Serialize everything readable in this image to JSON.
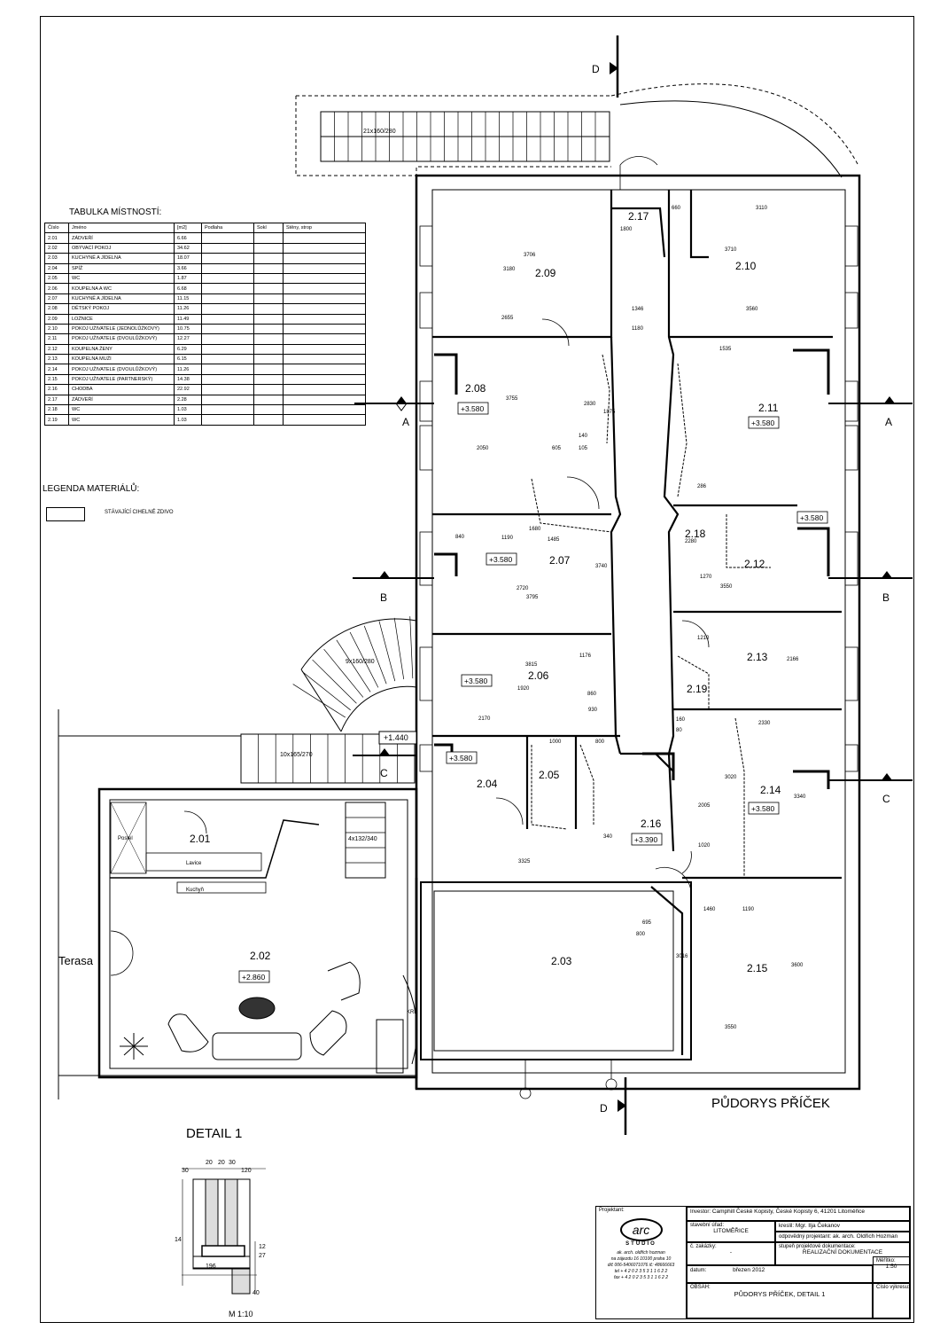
{
  "section_marks": {
    "a": "A",
    "b": "B",
    "c": "C",
    "d": "D"
  },
  "stairs": {
    "top": "21x160/280",
    "curved": "9x160/280",
    "left": "10x165/270",
    "inner": "4x132/340"
  },
  "rooms": [
    {
      "id": "2.01"
    },
    {
      "id": "2.02",
      "level": "+2.860"
    },
    {
      "id": "2.03"
    },
    {
      "id": "2.04",
      "level": "+3.580"
    },
    {
      "id": "2.05"
    },
    {
      "id": "2.06",
      "level": "+3.580"
    },
    {
      "id": "2.07",
      "level": "+3.580"
    },
    {
      "id": "2.08",
      "level": "+3.580"
    },
    {
      "id": "2.09"
    },
    {
      "id": "2.10"
    },
    {
      "id": "2.11",
      "level": "+3.580"
    },
    {
      "id": "2.12",
      "level": "+3.580"
    },
    {
      "id": "2.13"
    },
    {
      "id": "2.14",
      "level": "+3.580"
    },
    {
      "id": "2.15"
    },
    {
      "id": "2.16",
      "level": "+3.390"
    },
    {
      "id": "2.17"
    },
    {
      "id": "2.18"
    },
    {
      "id": "2.19"
    }
  ],
  "terrace_level": "+1.440",
  "dims": [
    "3706",
    "3180",
    "2655",
    "1346",
    "1180",
    "3710",
    "3560",
    "3110",
    "660",
    "1800",
    "3755",
    "2830",
    "1875",
    "2050",
    "1190",
    "1485",
    "3740",
    "2720",
    "3795",
    "840",
    "3550",
    "1210",
    "2166",
    "3815",
    "1176",
    "1920",
    "860",
    "930",
    "1000",
    "800",
    "3325",
    "340",
    "1460",
    "1190",
    "3550",
    "3016",
    "3600",
    "2330",
    "3020",
    "3340",
    "2005",
    "695",
    "800",
    "1020",
    "1270",
    "160",
    "80",
    "605",
    "140",
    "105",
    "286",
    "2280",
    "1535",
    "2170",
    "1680"
  ],
  "furniture": {
    "bed": "Postel",
    "wardrobe": "Lavice",
    "kitchen": "Kuchyň",
    "krb": "KRB"
  },
  "terasa": "Terasa",
  "table": {
    "title": "TABULKA MÍSTNOSTÍ:",
    "headers": [
      "Číslo",
      "Jméno",
      "[m2]",
      "Podlaha",
      "Sokl",
      "Stěny, strop"
    ],
    "rows": [
      [
        "2.01",
        "ZÁDVEŘÍ",
        "6.66"
      ],
      [
        "2.02",
        "OBÝVACÍ POKOJ",
        "34.62"
      ],
      [
        "2.03",
        "KUCHYNĚ A JÍDELNA",
        "18.07"
      ],
      [
        "2.04",
        "SPÍŽ",
        "3.66"
      ],
      [
        "2.05",
        "WC",
        "1.87"
      ],
      [
        "2.06",
        "KOUPELNA A WC",
        "6.68"
      ],
      [
        "2.07",
        "KUCHYNĚ A JÍDELNA",
        "11.15"
      ],
      [
        "2.08",
        "DĚTSKÝ POKOJ",
        "11.26"
      ],
      [
        "2.09",
        "LOŽNICE",
        "11.49"
      ],
      [
        "2.10",
        "POKOJ UŽIVATELE (JEDNOLŮŽKOVÝ)",
        "10.75"
      ],
      [
        "2.11",
        "POKOJ UŽIVATELE (DVOULŮŽKOVÝ)",
        "12.27"
      ],
      [
        "2.12",
        "KOUPELNA ŽENY",
        "6.29"
      ],
      [
        "2.13",
        "KOUPELNA MUŽI",
        "6.15"
      ],
      [
        "2.14",
        "POKOJ UŽIVATELE (DVOULŮŽKOVÝ)",
        "11.26"
      ],
      [
        "2.15",
        "POKOJ UŽIVATELE (PARTNERSKÝ)",
        "14.38"
      ],
      [
        "2.16",
        "CHODBA",
        "22.92"
      ],
      [
        "2.17",
        "ZÁDVEŘÍ",
        "2.28"
      ],
      [
        "2.18",
        "WC",
        "1.03"
      ],
      [
        "2.19",
        "WC",
        "1.03"
      ]
    ]
  },
  "legend": {
    "title": "LEGENDA MATERIÁLŮ:",
    "item": "STÁVAJÍCÍ CIHELNÉ ZDIVO"
  },
  "plan_title": "PŮDORYS PŘÍČEK",
  "detail": {
    "title": "DETAIL 1",
    "scale": "M 1:10",
    "dims": [
      "30",
      "20",
      "20",
      "30",
      "120",
      "14",
      "12",
      "27",
      "196",
      "40"
    ]
  },
  "title_block": {
    "projektant_label": "Projektant:",
    "logo": "arc",
    "logo_sub": "STUDIO",
    "firm": [
      "ak. arch. oldřich hozman",
      "na zájezdu 16 10100 praha 10",
      "dič 006-5406071076 ič: 48666663",
      "tel + 4 2 0   2 3 5 3 1 1 6 2 2",
      "fax + 4 2 0   2 3 5 3 1 1 6 2 2"
    ],
    "investor_label": "Investor:",
    "investor": "Camphill České Kopisty, České Kopisty 6, 41201 Litoměřice",
    "stavebni_urad_label": "stavební úřad:",
    "stavebni_urad": "LITOMĚŘICE",
    "kreslil_label": "kreslil:",
    "kreslil": "Mgr. Ilja Čekanov",
    "odpovedny_label": "odpovědný projektant:",
    "odpovedny": "ak. arch. Oldřich Hozman",
    "zakazka_label": "č. zakázky:",
    "zakazka": "-",
    "stupen_label": "stupeň projektové dokumentace:",
    "stupen": "REALIZAČNÍ DOKUMENTACE",
    "datum_label": "datum:",
    "datum": "březen 2012",
    "meritko_label": "Měřítko:",
    "meritko": "1:50",
    "obsah_label": "OBSAH:",
    "obsah": "PŮDORYS PŘÍČEK, DETAIL 1",
    "cislo_label": "Číslo výkresu:"
  }
}
